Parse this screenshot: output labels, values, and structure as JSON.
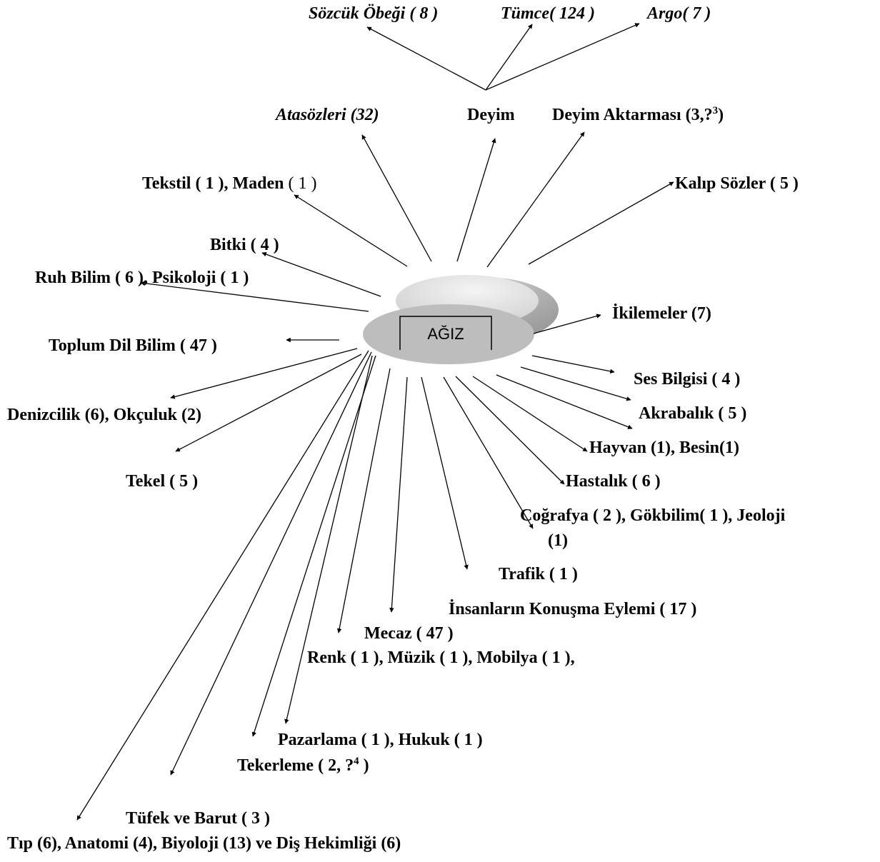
{
  "hub": {
    "label": "AĞIZ",
    "fill": "#bdbdbd",
    "top_fill": "#e8e8e8"
  },
  "labels": {
    "sozcuk_obegi": "Sözcük Öbeği ( 8 )",
    "tumce": "Tümce( 124 )",
    "argo": "Argo( 7 )",
    "atasozleri": "Atasözleri (32)",
    "deyim": "Deyim",
    "deyim_aktarmasi": "Deyim Aktarması (3,?",
    "deyim_aktarmasi_sup": "3",
    "deyim_aktarmasi_end": ")",
    "tekstil": "Tekstil ( 1 ), Maden ",
    "tekstil_tail": "( 1 )",
    "kalip_sozler": "Kalıp  Sözler  (  5  )",
    "bitki": "Bitki ( 4 )",
    "ruh_bilim": "Ruh Bilim ( 6 ), Psikoloji ( 1 )",
    "ikilemeler": "İkilemeler (7)",
    "toplum_dil_bilim": "Toplum Dil Bilim ( 47 )",
    "ses_bilgisi": "Ses Bilgisi ( 4 )",
    "akrabalik": "Akrabalık ( 5 )",
    "denizcilik": "Denizcilik (6), Okçuluk (2)",
    "hayvan": "Hayvan (1), Besin(1)",
    "tekel": "Tekel ( 5 )",
    "hastalik": "Hastalık ( 6 )",
    "cografya_1": "Coğrafya ( 2 ), Gökbilim( 1 ), Jeoloji",
    "cografya_2": "(1)",
    "trafik": "Trafik ( 1 )",
    "insanlarin": "İnsanların Konuşma Eylemi ( 17 )",
    "mecaz": "Mecaz ( 47 )",
    "renk": "Renk ( 1 ), Müzik ( 1 ), Mobilya ( 1 ),",
    "pazarlama": "Pazarlama ( 1 ), Hukuk ( 1 )",
    "tekerleme": "Tekerleme ( 2, ?",
    "tekerleme_sup": "4",
    "tekerleme_end": " )",
    "tufek": "Tüfek ve Barut ( 3 )",
    "tip": "Tıp (6), Anatomi (4), Biyoloji (13) ve Diş Hekimliği (6)"
  }
}
